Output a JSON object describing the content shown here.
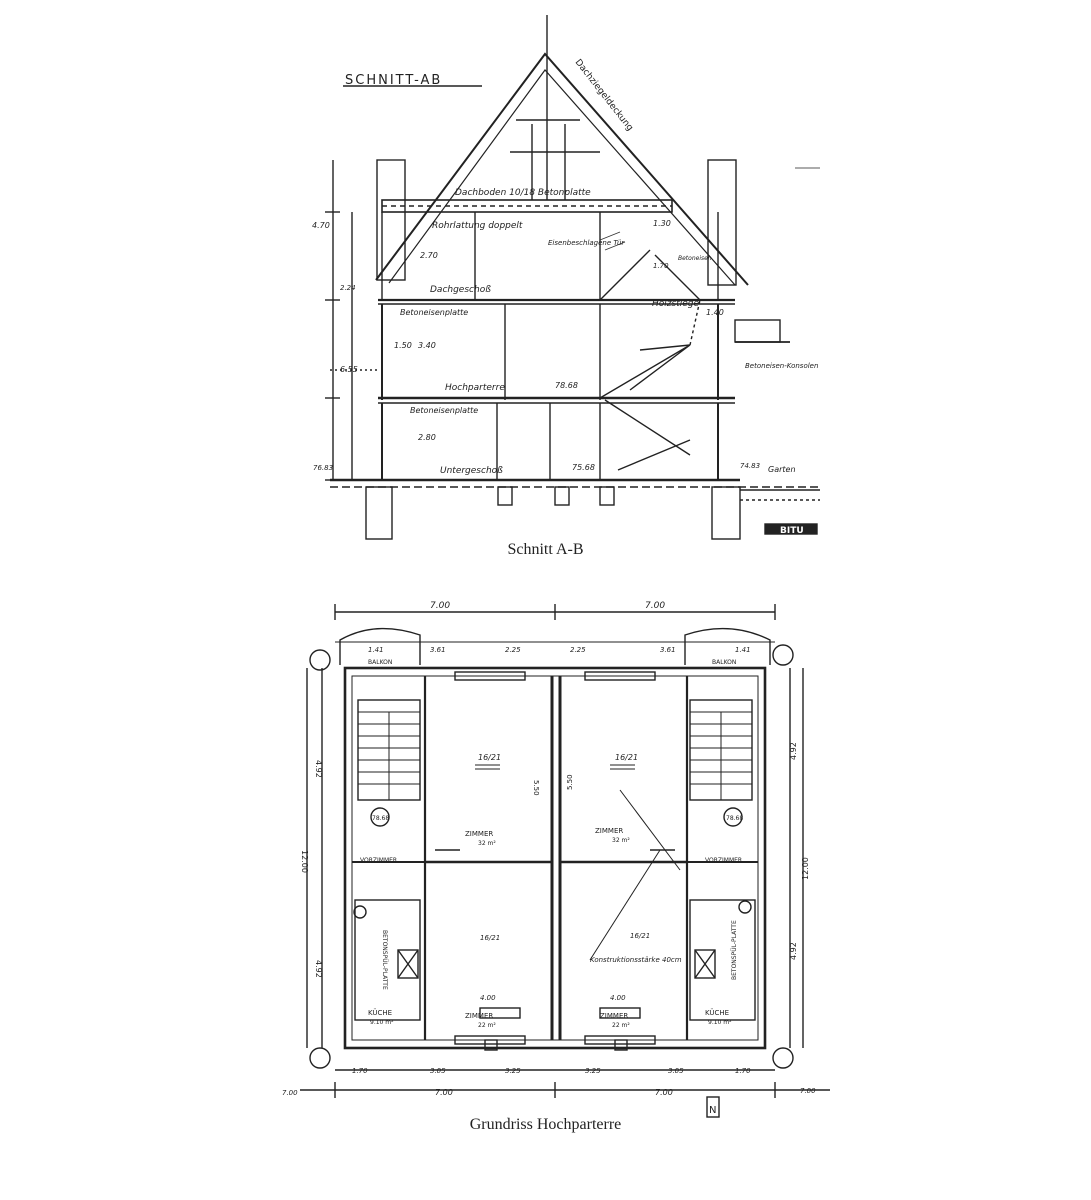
{
  "captions": {
    "section": "Schnitt A-B",
    "plan": "Grundriss Hochparterre"
  },
  "section_labels": {
    "title": "SCHNITT-AB",
    "roof": "Dachziegeldeckung",
    "attic_floor": "Dachboden 10/18 Betonplatte",
    "reed_ceiling": "Rohrlattung doppelt",
    "steel_door": "Eisenbeschlagene Tür",
    "concrete": "Betoneisen",
    "attic_storey": "Dachgeschoß",
    "slab1": "Betoneisenplatte",
    "wooden_stair": "Holzstiege",
    "ground_floor_note": "Hochparterre",
    "slab2": "Betoneisenplatte",
    "basement": "Untergeschoß",
    "console": "Betoneisen-Konsolen",
    "garden": "Garten",
    "stamp": "BITU",
    "dims": [
      "4.70",
      "2.70",
      "1.30",
      "1.40",
      "6.55",
      "1.50",
      "3.40",
      "78.68",
      "2.80",
      "75.68",
      "76.83",
      "74.83",
      "2.24",
      "1.70"
    ]
  },
  "plan_labels": {
    "top_dims": [
      "7.00",
      "7.00"
    ],
    "mid_dims": [
      "1.41",
      "3.61",
      "2.25",
      "2.25",
      "3.61",
      "1.41"
    ],
    "balcony": "BALKON",
    "room": "ZIMMER",
    "room_areas": [
      "32 m²",
      "22 m²"
    ],
    "vestibule": "VORZIMMER",
    "kitchen": "KÜCHE",
    "kitchen_area": "9.10 m²",
    "sink": "BETONSPÜL-PLATTE",
    "construction_note": "Konstruktionsstärke 40cm",
    "beam_sizes": [
      "16/21",
      "16/21"
    ],
    "room_dims": [
      "5.50",
      "5.50",
      "4.00"
    ],
    "side_dims": [
      "12.00",
      "4.92",
      "4.92"
    ],
    "bottom_dims": [
      "7.00",
      "7.00",
      "1.70",
      "3.05",
      "3.25"
    ],
    "level": "78.68",
    "north": "N"
  }
}
